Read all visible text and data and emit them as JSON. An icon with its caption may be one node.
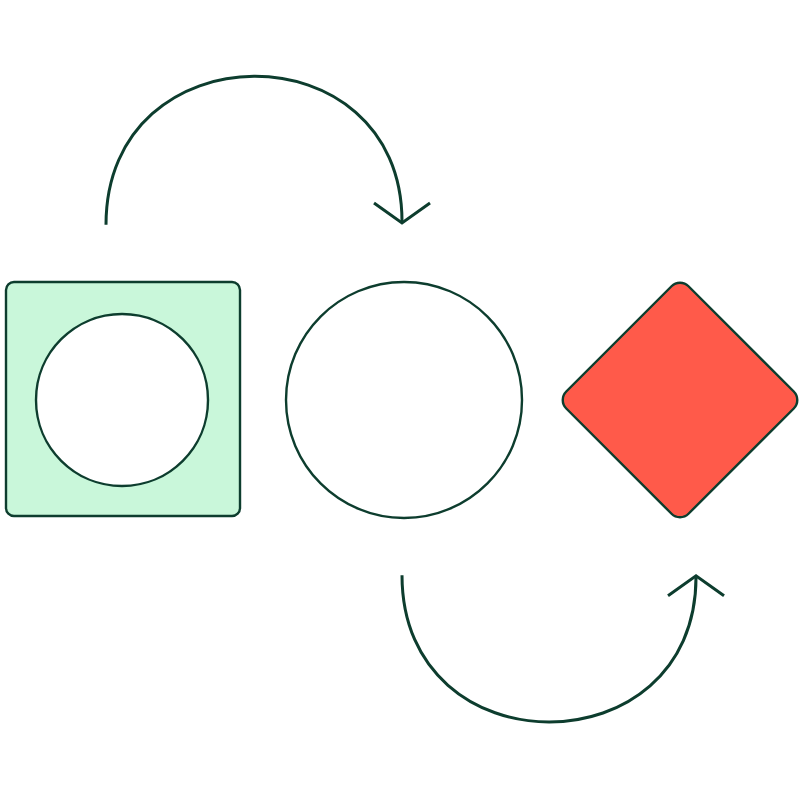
{
  "diagram": {
    "nodes": [
      {
        "text": [],
        "shape": "box"
      },
      {
        "text": [],
        "shape": "circle",
        "in": 0
      },
      {
        "text": [],
        "shape": "circle"
      },
      {
        "text": [],
        "shape": "diamond"
      }
    ],
    "edges": [
      {
        "from": 0,
        "to": 2,
        "arrow": "to"
      },
      {
        "from": 2,
        "to": 3,
        "arrow": "to"
      }
    ]
  }
}
